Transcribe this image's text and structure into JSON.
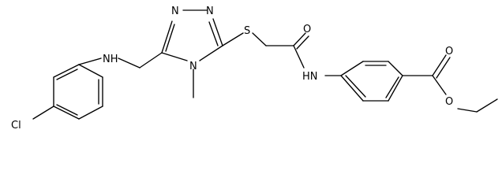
{
  "molecule": {
    "atom_labels": {
      "cl": "Cl",
      "nh_amine": "NH",
      "n_ring_a": "N",
      "n_ring_b": "N",
      "n_ring_c": "N",
      "s_thioether": "S",
      "o_amide": "O",
      "nh_amide": "HN",
      "o_ester_carbonyl": "O",
      "o_ester_ether": "O"
    }
  },
  "colors": {
    "bond": "#000000",
    "label": "#000000",
    "background": "#ffffff"
  }
}
